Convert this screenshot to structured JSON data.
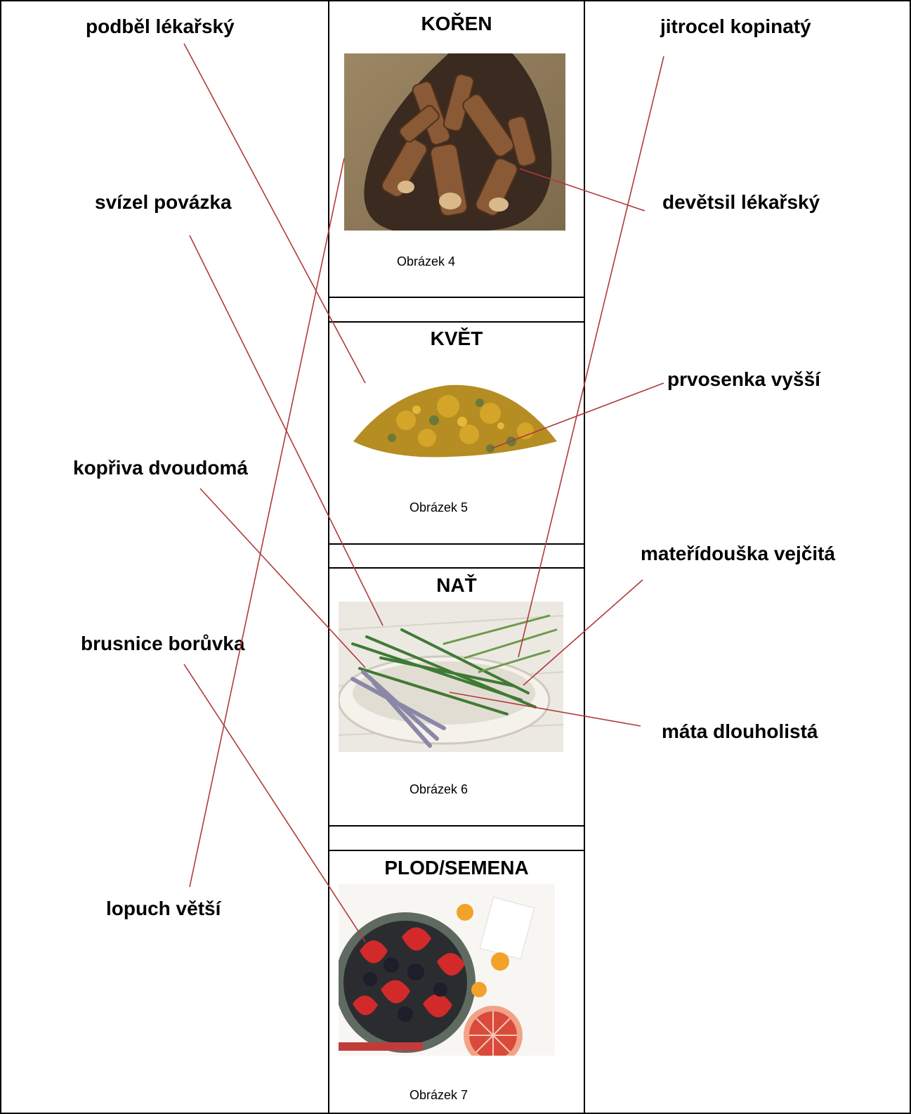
{
  "categories": {
    "root": {
      "title": "KOŘEN",
      "caption": "Obrázek 4",
      "image": "licorice-root-on-wooden-spoon"
    },
    "flower": {
      "title": "KVĚT",
      "caption": "Obrázek 5",
      "image": "dried-calendula-flowers-pile"
    },
    "herb": {
      "title": "NAŤ",
      "caption": "Obrázek 6",
      "image": "fresh-herbs-in-bowl"
    },
    "fruit": {
      "title": "PLOD/SEMENA",
      "caption": "Obrázek 7",
      "image": "berries-and-citrus-bowl"
    }
  },
  "plants_left": [
    {
      "label": "podběl lékařský"
    },
    {
      "label": "svízel povázka"
    },
    {
      "label": "kopřiva dvoudomá"
    },
    {
      "label": "brusnice borůvka"
    },
    {
      "label": "lopuch větší"
    }
  ],
  "plants_right": [
    {
      "label": "jitrocel kopinatý"
    },
    {
      "label": "devětsil lékařský"
    },
    {
      "label": "prvosenka vyšší"
    },
    {
      "label": "mateřídouška vejčitá"
    },
    {
      "label": "máta dlouholistá"
    }
  ],
  "colors": {
    "connector": "#b03a3a",
    "border": "#000000"
  }
}
